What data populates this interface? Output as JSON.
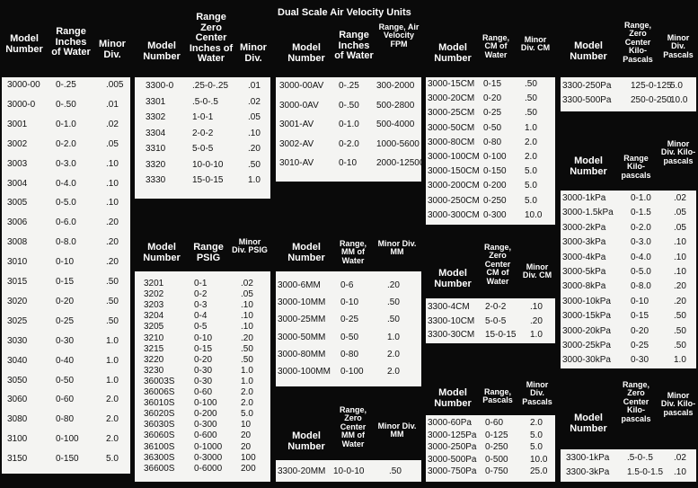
{
  "t1": {
    "headers": [
      "Model Number",
      "Range Inches of Water",
      "Minor Div."
    ],
    "rows": [
      [
        "3000-00",
        "0-.25",
        ".005"
      ],
      [
        "3000-0",
        "0-.50",
        ".01"
      ],
      [
        "3001",
        "0-1.0",
        ".02"
      ],
      [
        "3002",
        "0-2.0",
        ".05"
      ],
      [
        "3003",
        "0-3.0",
        ".10"
      ],
      [
        "3004",
        "0-4.0",
        ".10"
      ],
      [
        "3005",
        "0-5.0",
        ".10"
      ],
      [
        "3006",
        "0-6.0",
        ".20"
      ],
      [
        "3008",
        "0-8.0",
        ".20"
      ],
      [
        "3010",
        "0-10",
        ".20"
      ],
      [
        "3015",
        "0-15",
        ".50"
      ],
      [
        "3020",
        "0-20",
        ".50"
      ],
      [
        "3025",
        "0-25",
        ".50"
      ],
      [
        "3030",
        "0-30",
        "1.0"
      ],
      [
        "3040",
        "0-40",
        "1.0"
      ],
      [
        "3050",
        "0-50",
        "1.0"
      ],
      [
        "3060",
        "0-60",
        "2.0"
      ],
      [
        "3080",
        "0-80",
        "2.0"
      ],
      [
        "3100",
        "0-100",
        "2.0"
      ],
      [
        "3150",
        "0-150",
        "5.0"
      ]
    ]
  },
  "t2": {
    "headers": [
      "Model Number",
      "Range Zero Center Inches of Water",
      "Minor Div."
    ],
    "rows": [
      [
        "3300-0",
        ".25-0-.25",
        ".01"
      ],
      [
        "3301",
        ".5-0-.5",
        ".02"
      ],
      [
        "3302",
        "1-0-1",
        ".05"
      ],
      [
        "3304",
        "2-0-2",
        ".10"
      ],
      [
        "3310",
        "5-0-5",
        ".20"
      ],
      [
        "3320",
        "10-0-10",
        ".50"
      ],
      [
        "3330",
        "15-0-15",
        "1.0"
      ]
    ]
  },
  "t3": {
    "title": "Dual Scale Air Velocity Units",
    "headers": [
      "Model Number",
      "Range Inches of Water",
      "Range, Air Velocity FPM"
    ],
    "rows": [
      [
        "3000-00AV",
        "0-.25",
        "300-2000"
      ],
      [
        "3000-0AV",
        "0-.50",
        "500-2800"
      ],
      [
        "3001-AV",
        "0-1.0",
        "500-4000"
      ],
      [
        "3002-AV",
        "0-2.0",
        "1000-5600"
      ],
      [
        "3010-AV",
        "0-10",
        "2000-12500"
      ]
    ]
  },
  "t4": {
    "headers": [
      "Model Number",
      "Range, CM of Water",
      "Minor Div. CM"
    ],
    "rows": [
      [
        "3000-15CM",
        "0-15",
        ".50"
      ],
      [
        "3000-20CM",
        "0-20",
        ".50"
      ],
      [
        "3000-25CM",
        "0-25",
        ".50"
      ],
      [
        "3000-50CM",
        "0-50",
        "1.0"
      ],
      [
        "3000-80CM",
        "0-80",
        "2.0"
      ],
      [
        "3000-100CM",
        "0-100",
        "2.0"
      ],
      [
        "3000-150CM",
        "0-150",
        "5.0"
      ],
      [
        "3000-200CM",
        "0-200",
        "5.0"
      ],
      [
        "3000-250CM",
        "0-250",
        "5.0"
      ],
      [
        "3000-300CM",
        "0-300",
        "10.0"
      ]
    ]
  },
  "t5": {
    "headers": [
      "Model Number",
      "Range, Zero Center Kilo-Pascals",
      "Minor Div. Pascals"
    ],
    "rows": [
      [
        "3300-250Pa",
        "125-0-125",
        "5.0"
      ],
      [
        "3300-500Pa",
        "250-0-250",
        "10.0"
      ]
    ]
  },
  "t6": {
    "headers": [
      "Model Number",
      "Range PSIG",
      "Minor Div. PSIG"
    ],
    "rows": [
      [
        "3201",
        "0-1",
        ".02"
      ],
      [
        "3202",
        "0-2",
        ".05"
      ],
      [
        "3203",
        "0-3",
        ".10"
      ],
      [
        "3204",
        "0-4",
        ".10"
      ],
      [
        "3205",
        "0-5",
        ".10"
      ],
      [
        "3210",
        "0-10",
        ".20"
      ],
      [
        "3215",
        "0-15",
        ".50"
      ],
      [
        "3220",
        "0-20",
        ".50"
      ],
      [
        "3230",
        "0-30",
        "1.0"
      ],
      [
        "36003S",
        "0-30",
        "1.0"
      ],
      [
        "36006S",
        "0-60",
        "2.0"
      ],
      [
        "36010S",
        "0-100",
        "2.0"
      ],
      [
        "36020S",
        "0-200",
        "5.0"
      ],
      [
        "36030S",
        "0-300",
        "10"
      ],
      [
        "36060S",
        "0-600",
        "20"
      ],
      [
        "36100S",
        "0-1000",
        "20"
      ],
      [
        "36300S",
        "0-3000",
        "100"
      ],
      [
        "36600S",
        "0-6000",
        "200"
      ]
    ]
  },
  "t7": {
    "headers": [
      "Model Number",
      "Range, MM of Water",
      "Minor Div. MM"
    ],
    "rows": [
      [
        "3000-6MM",
        "0-6",
        ".20"
      ],
      [
        "3000-10MM",
        "0-10",
        ".50"
      ],
      [
        "3000-25MM",
        "0-25",
        ".50"
      ],
      [
        "3000-50MM",
        "0-50",
        "1.0"
      ],
      [
        "3000-80MM",
        "0-80",
        "2.0"
      ],
      [
        "3000-100MM",
        "0-100",
        "2.0"
      ]
    ]
  },
  "t8": {
    "headers": [
      "Model Number",
      "Range, Zero Center MM of Water",
      "Minor Div. MM"
    ],
    "rows": [
      [
        "3300-20MM",
        "10-0-10",
        ".50"
      ]
    ]
  },
  "t9": {
    "headers": [
      "Model Number",
      "Range, Zero Center CM of Water",
      "Minor Div. CM"
    ],
    "rows": [
      [
        "3300-4CM",
        "2-0-2",
        ".10"
      ],
      [
        "3300-10CM",
        "5-0-5",
        ".20"
      ],
      [
        "3300-30CM",
        "15-0-15",
        "1.0"
      ]
    ]
  },
  "t10": {
    "headers": [
      "Model Number",
      "Range, Pascals",
      "Minor Div. Pascals"
    ],
    "rows": [
      [
        "3000-60Pa",
        "0-60",
        "2.0"
      ],
      [
        "3000-125Pa",
        "0-125",
        "5.0"
      ],
      [
        "3000-250Pa",
        "0-250",
        "5.0"
      ],
      [
        "3000-500Pa",
        "0-500",
        "10.0"
      ],
      [
        "3000-750Pa",
        "0-750",
        "25.0"
      ]
    ]
  },
  "t11": {
    "headers": [
      "Model Number",
      "Range Kilo-pascals",
      "Minor Div. Kilo-pascals"
    ],
    "rows": [
      [
        "3000-1kPa",
        "0-1.0",
        ".02"
      ],
      [
        "3000-1.5kPa",
        "0-1.5",
        ".05"
      ],
      [
        "3000-2kPa",
        "0-2.0",
        ".05"
      ],
      [
        "3000-3kPa",
        "0-3.0",
        ".10"
      ],
      [
        "3000-4kPa",
        "0-4.0",
        ".10"
      ],
      [
        "3000-5kPa",
        "0-5.0",
        ".10"
      ],
      [
        "3000-8kPa",
        "0-8.0",
        ".20"
      ],
      [
        "3000-10kPa",
        "0-10",
        ".20"
      ],
      [
        "3000-15kPa",
        "0-15",
        ".50"
      ],
      [
        "3000-20kPa",
        "0-20",
        ".50"
      ],
      [
        "3000-25kPa",
        "0-25",
        ".50"
      ],
      [
        "3000-30kPa",
        "0-30",
        "1.0"
      ]
    ]
  },
  "t12": {
    "headers": [
      "Model Number",
      "Range, Zero Center Kilo-pascals",
      "Minor Div. Kilo-pascals"
    ],
    "rows": [
      [
        "3300-1kPa",
        ".5-0-.5",
        ".02"
      ],
      [
        "3300-3kPa",
        "1.5-0-1.5",
        ".10"
      ]
    ]
  }
}
